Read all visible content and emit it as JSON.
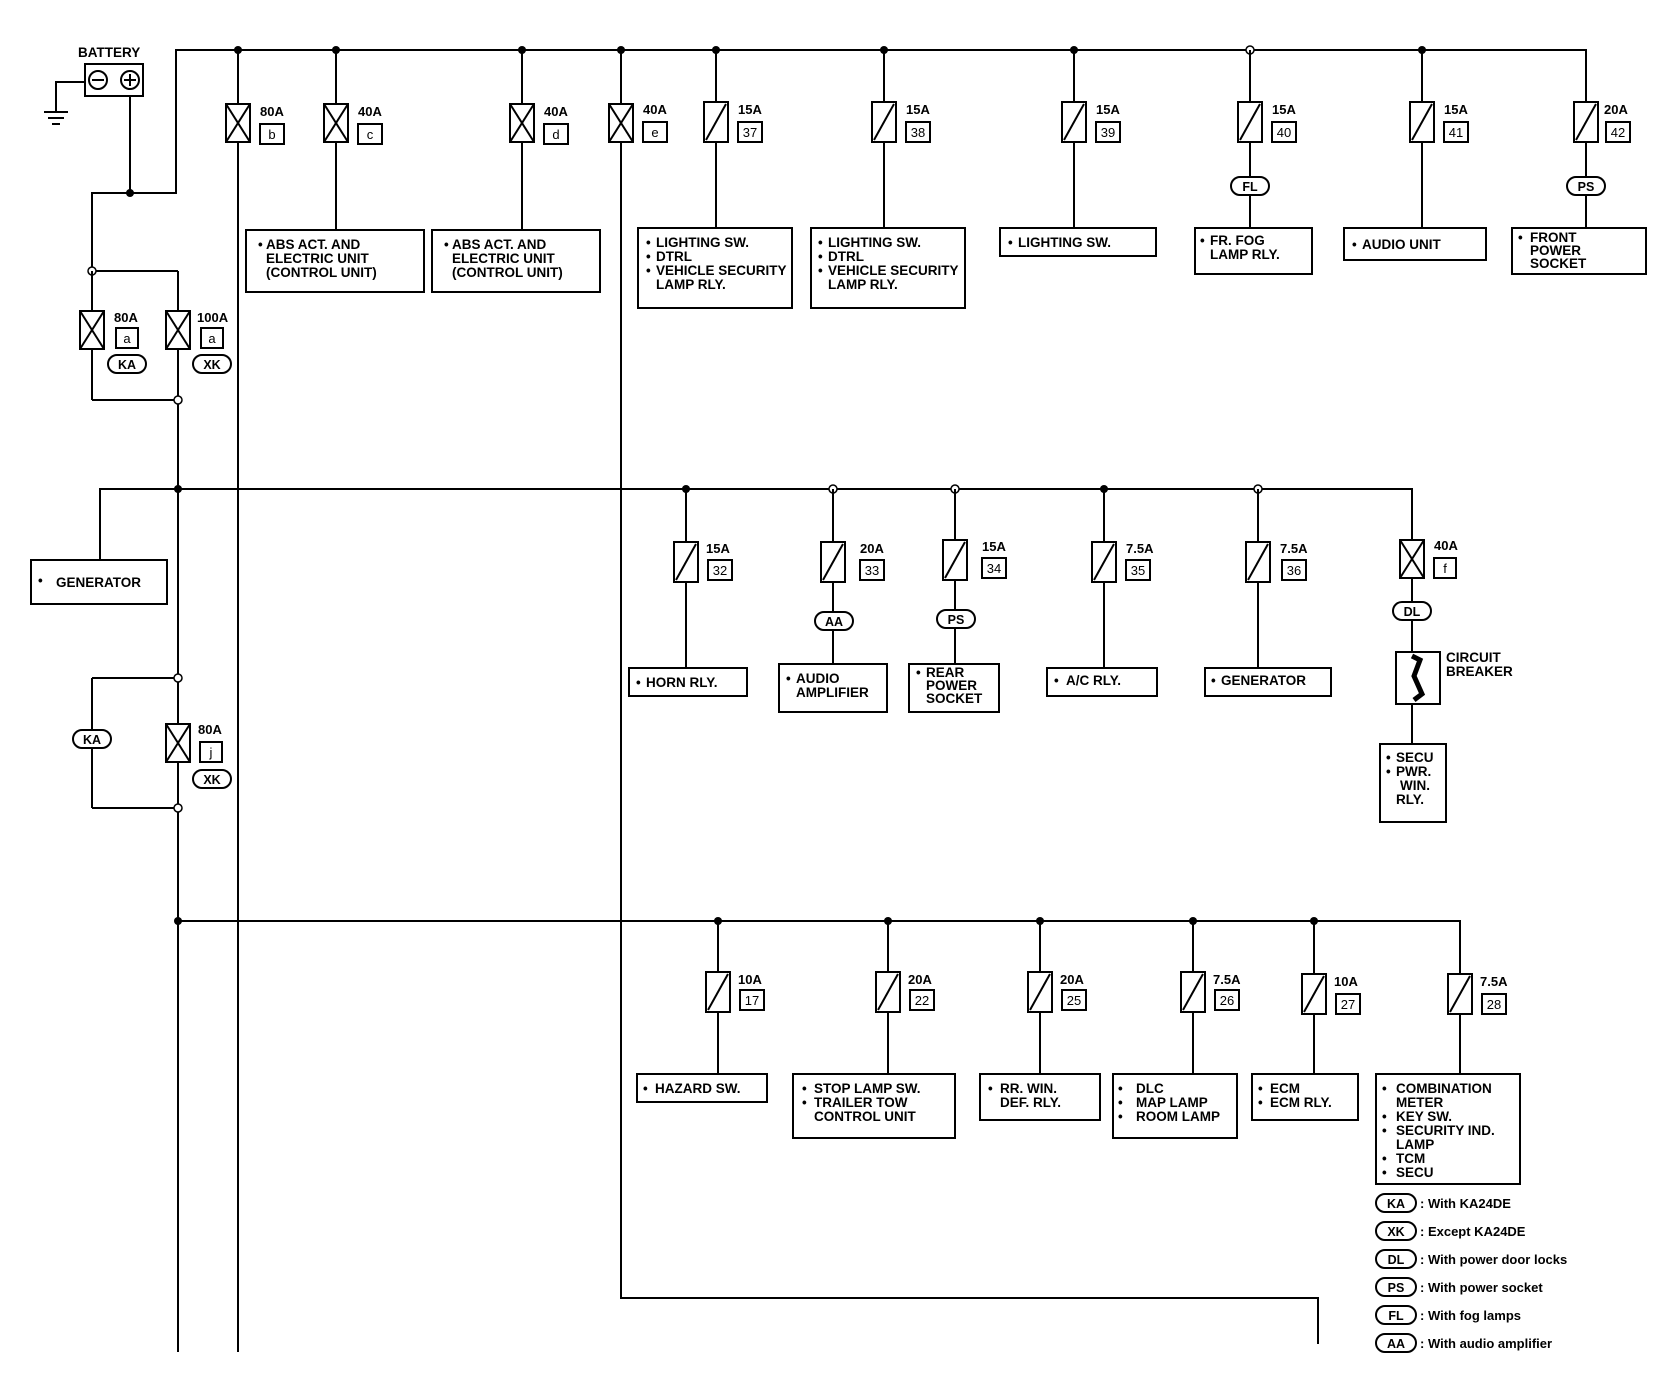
{
  "battery": {
    "label": "BATTERY"
  },
  "top_fuses": [
    {
      "amp": "80A",
      "id": "b",
      "type": "fusible_link"
    },
    {
      "amp": "40A",
      "id": "c",
      "type": "fusible_link",
      "loads": [
        "ABS ACT. AND",
        "ELECTRIC UNIT",
        "(CONTROL UNIT)"
      ]
    },
    {
      "amp": "40A",
      "id": "d",
      "type": "fusible_link",
      "loads": [
        "ABS ACT. AND",
        "ELECTRIC UNIT",
        "(CONTROL UNIT)"
      ]
    },
    {
      "amp": "40A",
      "id": "e",
      "type": "fusible_link"
    },
    {
      "amp": "15A",
      "id": "37",
      "type": "fuse",
      "loads": [
        "LIGHTING SW.",
        "DTRL",
        "VEHICLE SECURITY",
        "LAMP RLY."
      ]
    },
    {
      "amp": "15A",
      "id": "38",
      "type": "fuse",
      "loads": [
        "LIGHTING SW.",
        "DTRL",
        "VEHICLE SECURITY",
        "LAMP RLY."
      ]
    },
    {
      "amp": "15A",
      "id": "39",
      "type": "fuse",
      "loads": [
        "LIGHTING SW."
      ]
    },
    {
      "amp": "15A",
      "id": "40",
      "type": "fuse",
      "tag": "FL",
      "loads": [
        "FR. FOG",
        "LAMP RLY."
      ]
    },
    {
      "amp": "15A",
      "id": "41",
      "type": "fuse",
      "loads": [
        "AUDIO UNIT"
      ]
    },
    {
      "amp": "20A",
      "id": "42",
      "type": "fuse",
      "tag": "PS",
      "loads": [
        "FRONT",
        "POWER",
        "SOCKET"
      ]
    }
  ],
  "main_links": [
    {
      "amp": "80A",
      "id": "a",
      "tag": "KA"
    },
    {
      "amp": "100A",
      "id": "a",
      "tag": "XK"
    }
  ],
  "generator": {
    "label": "GENERATOR"
  },
  "mid_fuses": [
    {
      "amp": "15A",
      "id": "32",
      "loads": [
        "HORN RLY."
      ]
    },
    {
      "amp": "20A",
      "id": "33",
      "tag": "AA",
      "loads": [
        "AUDIO",
        "AMPLIFIER"
      ]
    },
    {
      "amp": "15A",
      "id": "34",
      "tag": "PS",
      "loads": [
        "REAR",
        "POWER",
        "SOCKET"
      ]
    },
    {
      "amp": "7.5A",
      "id": "35",
      "loads": [
        "A/C RLY."
      ]
    },
    {
      "amp": "7.5A",
      "id": "36",
      "loads": [
        "GENERATOR"
      ]
    },
    {
      "amp": "40A",
      "id": "f",
      "tag": "DL",
      "type": "fusible_link",
      "breaker": [
        "CIRCUIT",
        "BREAKER"
      ],
      "loads": [
        "SECU",
        "PWR.",
        "WIN.",
        "RLY."
      ]
    }
  ],
  "link_j": {
    "amp": "80A",
    "id": "j",
    "tag_left": "KA",
    "tag_right": "XK"
  },
  "bottom_fuses": [
    {
      "amp": "10A",
      "id": "17",
      "loads": [
        "HAZARD SW."
      ]
    },
    {
      "amp": "20A",
      "id": "22",
      "loads": [
        "STOP LAMP SW.",
        "TRAILER TOW",
        "CONTROL UNIT"
      ]
    },
    {
      "amp": "20A",
      "id": "25",
      "loads": [
        "RR. WIN.",
        "DEF. RLY."
      ]
    },
    {
      "amp": "7.5A",
      "id": "26",
      "loads": [
        "DLC",
        "MAP LAMP",
        "ROOM LAMP"
      ]
    },
    {
      "amp": "10A",
      "id": "27",
      "loads": [
        "ECM",
        "ECM RLY."
      ]
    },
    {
      "amp": "7.5A",
      "id": "28",
      "loads": [
        "COMBINATION",
        "METER",
        "KEY SW.",
        "SECURITY IND.",
        "LAMP",
        "TCM",
        "SECU"
      ]
    }
  ],
  "legend": [
    {
      "code": "KA",
      "text": ": With KA24DE"
    },
    {
      "code": "XK",
      "text": ": Except KA24DE"
    },
    {
      "code": "DL",
      "text": ": With power door locks"
    },
    {
      "code": "PS",
      "text": ": With power socket"
    },
    {
      "code": "FL",
      "text": ": With fog lamps"
    },
    {
      "code": "AA",
      "text": ": With audio amplifier"
    }
  ]
}
